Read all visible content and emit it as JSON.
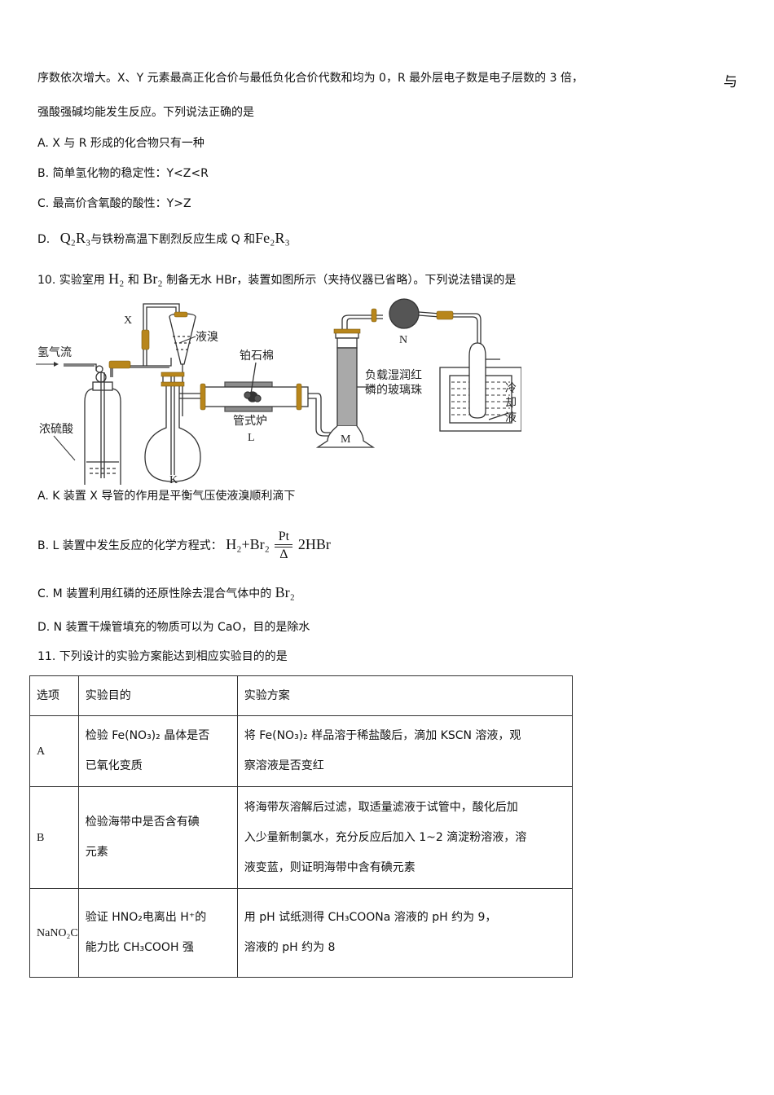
{
  "question9": {
    "stem_line1": "序数依次增大。X、Y 元素最高正化合价与最低负化合价代数和均为 0，R 最外层电子数是电子层数的 3 倍，",
    "stem_line1_tail": "与",
    "stem_line2": "强酸强碱均能发生反应。下列说法正确的是",
    "options": {
      "A": "A. X 与 R 形成的化合物只有一种",
      "B": "B.  简单氢化物的稳定性：Y<Z<R",
      "C": "C.  最高价含氧酸的酸性：Y>Z",
      "D_prefix": "D.",
      "D_formula1": "Q₂R₃",
      "D_text": "与铁粉高温下剧烈反应生成 Q 和",
      "D_formula2": "Fe₂R₃"
    }
  },
  "question10": {
    "stem_prefix": "10.  实验室用",
    "h2": "H₂",
    "and": "和",
    "br2": "Br₂",
    "stem_suffix": "制备无水 HBr，装置如图所示（夹持仪器已省略）。下列说法错误的是",
    "diagram_labels": {
      "X": "X",
      "hydrogen_flow": "氢气流",
      "conc_sulfuric": "浓硫酸",
      "liquid_bromine": "液溴",
      "K": "K",
      "platinum_wool": "铂石棉",
      "tube_furnace": "管式炉",
      "L": "L",
      "red_phosphorus_1": "负载湿润红",
      "red_phosphorus_2": "磷的玻璃珠",
      "M": "M",
      "N": "N",
      "coolant_1": "冷",
      "coolant_2": "却",
      "coolant_3": "液"
    },
    "options": {
      "A": "A. K 装置 X 导管的作用是平衡气压使液溴顺利滴下",
      "B_text": "B. L 装置中发生反应的化学方程式：",
      "B_lhs": "H₂+Br₂",
      "B_cond_top": "Pt",
      "B_cond_bottom": "Δ",
      "B_rhs": "2HBr",
      "C_text": "C. M 装置利用红磷的还原性除去混合气体中的",
      "C_formula": "Br₂",
      "D": "D. N 装置干燥管填充的物质可以为 CaO，目的是除水"
    }
  },
  "question11": {
    "stem": "11.  下列设计的实验方案能达到相应实验目的的是",
    "table": {
      "headers": [
        "选项",
        "实验目的",
        "实验方案"
      ],
      "rows": [
        {
          "option": "A",
          "purpose_l1": "检验 Fe(NO₃)₂ 晶体是否",
          "purpose_l2": "已氧化变质",
          "plan_l1": "将 Fe(NO₃)₂ 样品溶于稀盐酸后，滴加 KSCN 溶液，观",
          "plan_l2": "察溶液是否变红"
        },
        {
          "option": "B",
          "purpose_l1": "检验海带中是否含有碘",
          "purpose_l2": "元素",
          "plan_l1": "将海带灰溶解后过滤，取适量滤液于试管中，酸化后加",
          "plan_l2": "入少量新制氯水，充分反应后加入 1~2 滴淀粉溶液，溶",
          "plan_l3": "液变蓝，则证明海带中含有碘元素"
        },
        {
          "option": "NaNO₂C",
          "purpose_l1": "验证 HNO₂电离出 H⁺的",
          "purpose_l2": "能力比 CH₃COOH 强",
          "plan_l1": "用 pH 试纸测得 CH₃COONa 溶液的 pH 约为 9，",
          "plan_l2": "溶液的 pH 约为 8"
        }
      ]
    }
  },
  "colors": {
    "text": "#111111",
    "rubber_connector": "#b8861b",
    "furnace_gray": "#8c8c8c",
    "column_gray": "#a9a9a9",
    "border": "#333333"
  }
}
